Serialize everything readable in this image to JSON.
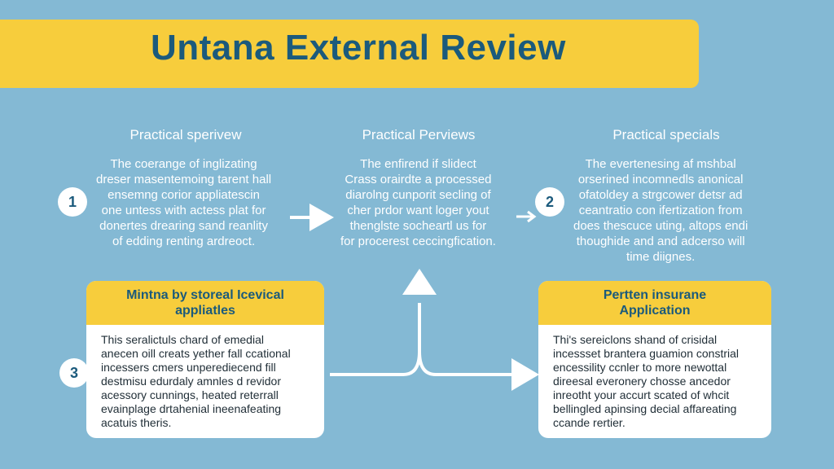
{
  "title": "Untana External Review",
  "columns": [
    {
      "heading": "Practical sperivew",
      "lines": [
        "The coerange of inglizating",
        "dreser masentemoing tarent hall",
        "ensemng corior appliatescin",
        "one untess with actess plat for",
        "donertes drearing sand reanlity",
        "of edding renting ardreoct."
      ]
    },
    {
      "heading": "Practical Perviews",
      "lines": [
        "The enfirend if slidect",
        "Crass orairdte a processed",
        "diarolng cunporit secling of",
        "cher prdor want loger yout",
        "thenglste socheartl us for",
        "for procerest ceccingfication."
      ]
    },
    {
      "heading": "Practical specials",
      "lines": [
        "The evertenesing af mshbal",
        "orserined incomnedls anonical",
        "ofatoldey a strgcower detsr ad",
        "ceantratio con ifertization from",
        "does thescuce uting, altops endi",
        "thoughide and and adcerso will",
        "time diignes."
      ]
    }
  ],
  "steps": [
    "1",
    "2",
    "3"
  ],
  "cards": [
    {
      "title_lines": [
        "Mintna by storeal Icevical",
        "appliatles"
      ],
      "lines": [
        "This seralictuls chard of emedial",
        "anecen oill creats yether fall ccational",
        "incessers cmers unperediecend fill",
        "destmisu edurdaly amnles d revidor",
        "acessory cunnings, heated reterrall",
        "evainplage drtahenial ineenafeating",
        "acatuis theris."
      ]
    },
    {
      "title_lines": [
        "Pertten insurane",
        "Application"
      ],
      "lines": [
        "Thi's sereiclons shand of crisidal",
        "incessset brantera guamion constrial",
        "encessility ccnler to more newottal",
        "direesal everonery chosse ancedor",
        "inreotht your accurt scated of whcit",
        "bellingled apinsing decial affareating",
        "ccande rertier."
      ]
    }
  ],
  "colors": {
    "background": "#84b9d4",
    "accent_yellow": "#f7cd3c",
    "title_blue": "#1b5a7c",
    "white": "#ffffff"
  }
}
